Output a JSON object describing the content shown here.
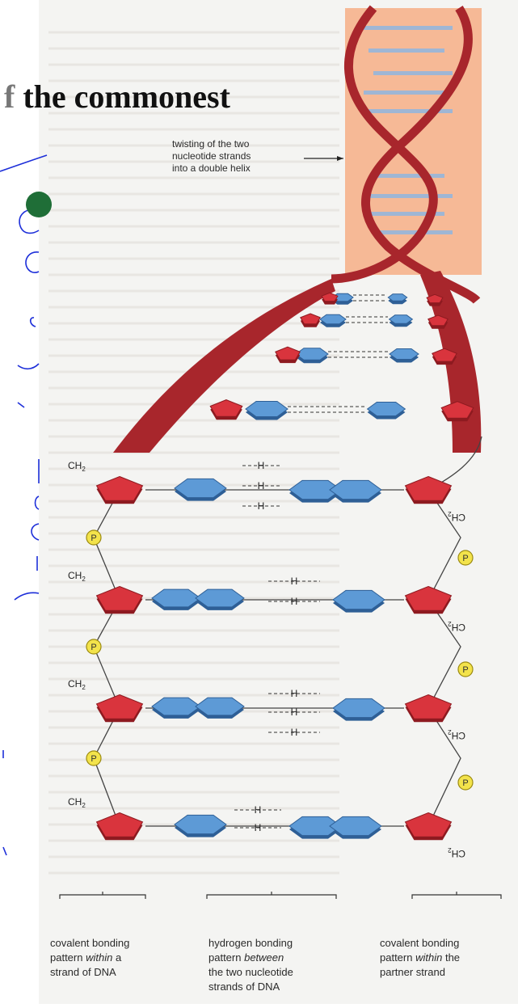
{
  "heading": {
    "partial_char": "f",
    "text": "the commonest"
  },
  "callout": {
    "line1": "twisting of the two",
    "line2": "nucleotide strands",
    "line3": "into a double helix"
  },
  "labels": {
    "hydrogen": "H",
    "ch2": "CH",
    "ch2_sub": "2",
    "phosphate": "P"
  },
  "captions": {
    "left": [
      "covalent bonding",
      "pattern ",
      "within",
      " a",
      "strand of DNA"
    ],
    "middle": [
      "hydrogen bonding",
      "pattern ",
      "between",
      "the two nucleotide",
      "strands of DNA"
    ],
    "right": [
      "covalent bonding",
      "pattern ",
      "within",
      " the",
      "partner strand"
    ]
  },
  "colors": {
    "sugar": "#d9343d",
    "sugar_dark": "#8e1a20",
    "base": "#5d9ad6",
    "base_dark": "#2e5f96",
    "backbone": "#a8262c",
    "phosphate": "#f3e34b",
    "panel": "#f6b996",
    "ink": "#1d2fd9"
  }
}
